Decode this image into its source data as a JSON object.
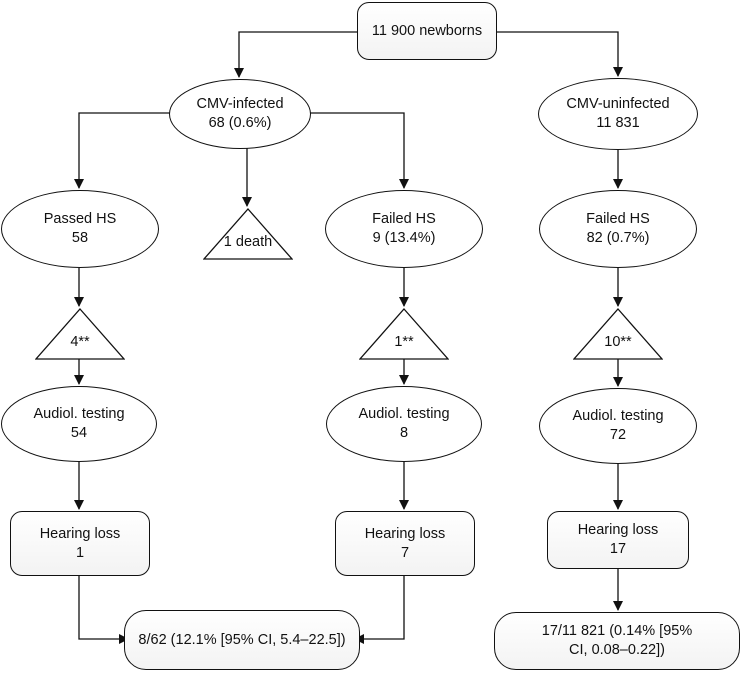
{
  "root": {
    "label": "11 900 newborns"
  },
  "infected": {
    "title": "CMV-infected",
    "count": "68 (0.6%)"
  },
  "uninfected": {
    "title": "CMV-uninfected",
    "count": "11 831"
  },
  "passed_hs": {
    "title": "Passed HS",
    "count": "58"
  },
  "death": {
    "label": "1 death"
  },
  "failed_hs_infected": {
    "title": "Failed HS",
    "count": "9 (13.4%)"
  },
  "failed_hs_uninfected": {
    "title": "Failed HS",
    "count": "82 (0.7%)"
  },
  "excluded": {
    "passed": "4**",
    "failed_infected": "1**",
    "failed_uninfected": "10**"
  },
  "audiol": {
    "passed": {
      "title": "Audiol. testing",
      "count": "54"
    },
    "failed_infected": {
      "title": "Audiol. testing",
      "count": "8"
    },
    "failed_uninfected": {
      "title": "Audiol. testing",
      "count": "72"
    }
  },
  "hearing_loss": {
    "passed": {
      "title": "Hearing loss",
      "count": "1"
    },
    "failed_infected": {
      "title": "Hearing loss",
      "count": "7"
    },
    "failed_uninfected": {
      "title": "Hearing loss",
      "count": "17"
    }
  },
  "summary_infected": {
    "label": "8/62 (12.1% [95% CI, 5.4–22.5])"
  },
  "summary_uninfected": {
    "line1": "17/11 821 (0.14% [95%",
    "line2": "CI, 0.08–0.22])"
  }
}
